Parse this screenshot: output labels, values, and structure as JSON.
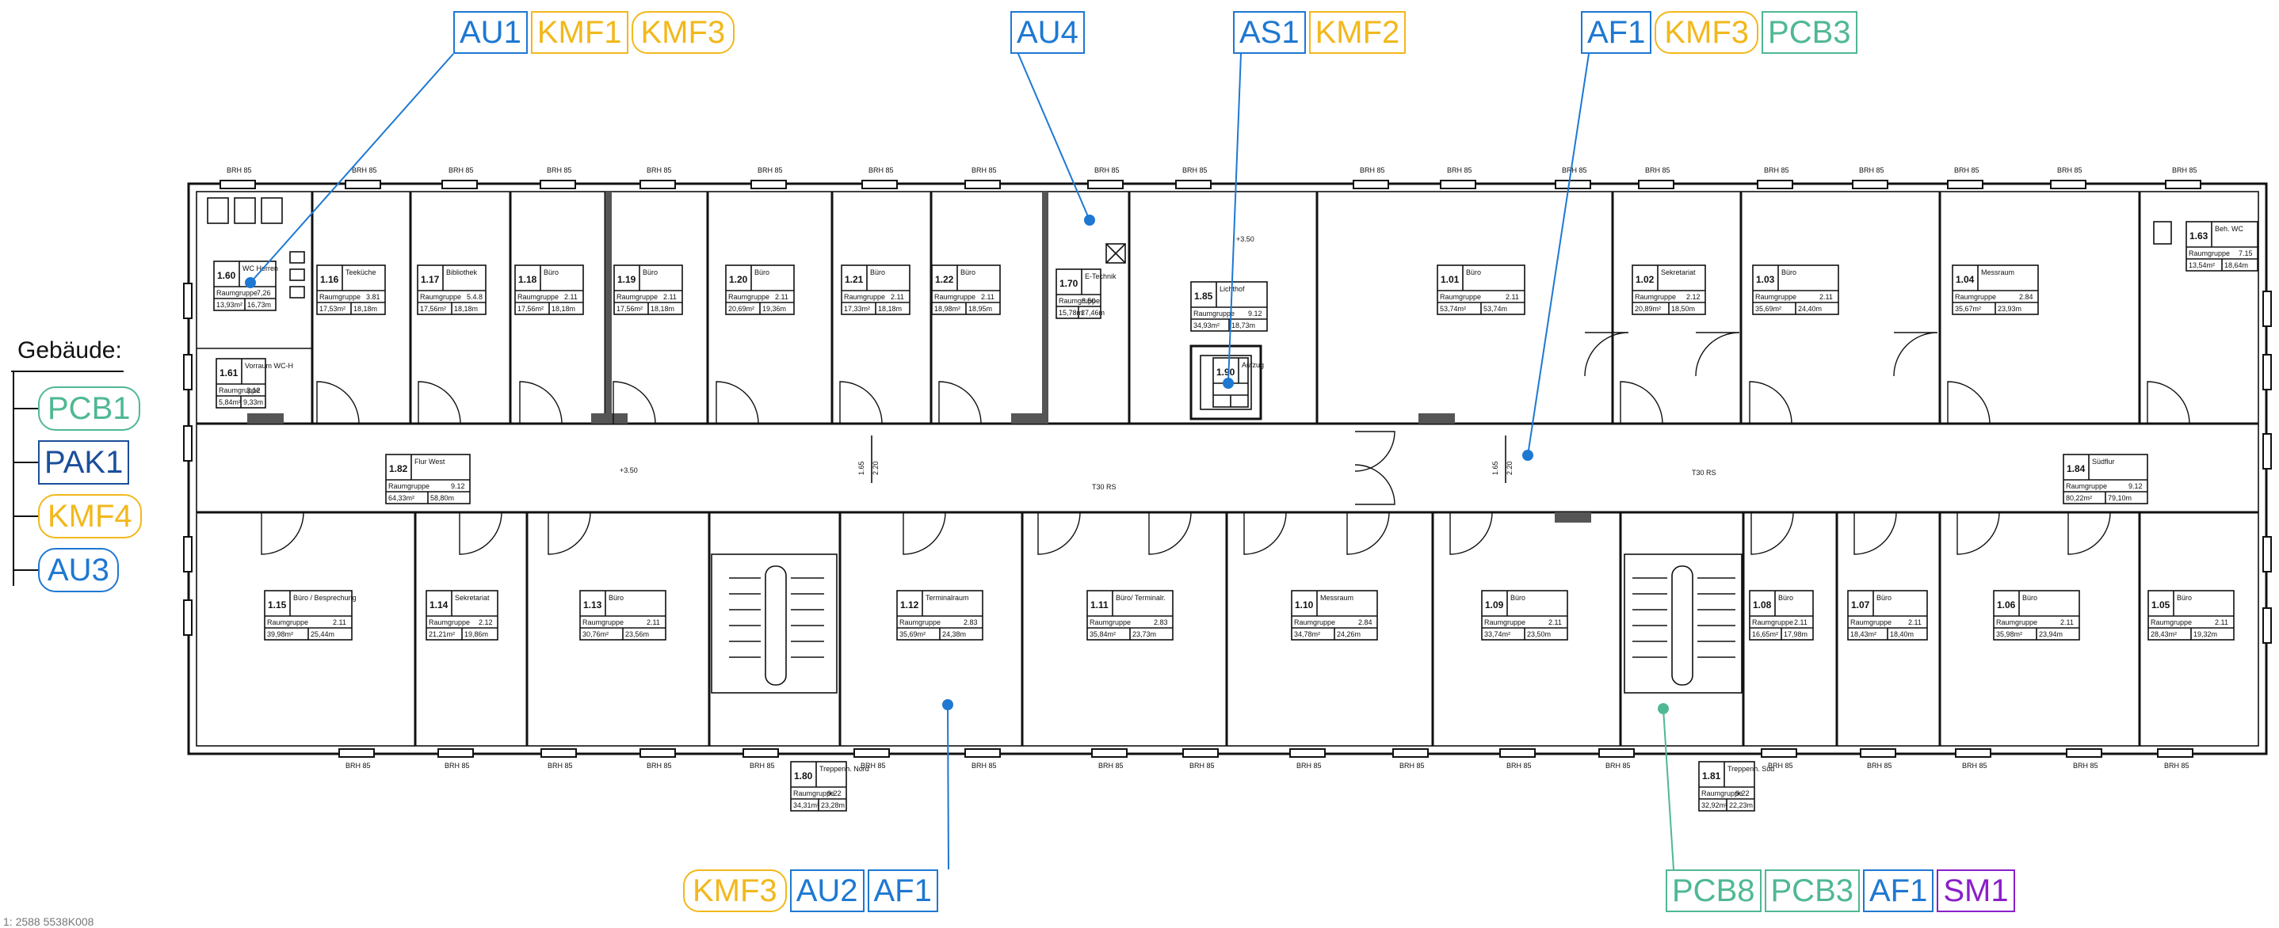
{
  "colors": {
    "AU": "#1e78d2",
    "KMF": "#f2b81c",
    "AS": "#1e78d2",
    "AF": "#1e78d2",
    "PCB": "#4fb892",
    "PAK": "#1b4f9b",
    "SM": "#8a1fc9",
    "line": "#111111"
  },
  "building_legend": {
    "heading": "Gebäude:",
    "items": [
      {
        "code": "PCB1",
        "bracketed": true,
        "color": "#4fb892"
      },
      {
        "code": "PAK1",
        "bracketed": false,
        "color": "#1b4f9b"
      },
      {
        "code": "KMF4",
        "bracketed": true,
        "color": "#f2b81c"
      },
      {
        "code": "AU3",
        "bracketed": true,
        "color": "#1e78d2"
      }
    ]
  },
  "callouts": [
    {
      "id": "c1",
      "tags": [
        {
          "code": "AU1",
          "bracketed": false,
          "color": "#1e78d2"
        },
        {
          "code": "KMF1",
          "bracketed": false,
          "color": "#f2b81c"
        },
        {
          "code": "KMF3",
          "bracketed": true,
          "color": "#f2b81c"
        }
      ]
    },
    {
      "id": "c2",
      "tags": [
        {
          "code": "AU4",
          "bracketed": false,
          "color": "#1e78d2"
        }
      ]
    },
    {
      "id": "c3",
      "tags": [
        {
          "code": "AS1",
          "bracketed": false,
          "color": "#1e78d2"
        },
        {
          "code": "KMF2",
          "bracketed": false,
          "color": "#f2b81c"
        }
      ]
    },
    {
      "id": "c4",
      "tags": [
        {
          "code": "AF1",
          "bracketed": false,
          "color": "#1e78d2"
        },
        {
          "code": "KMF3",
          "bracketed": true,
          "color": "#f2b81c"
        },
        {
          "code": "PCB3",
          "bracketed": false,
          "color": "#4fb892"
        }
      ]
    },
    {
      "id": "c5",
      "tags": [
        {
          "code": "KMF3",
          "bracketed": true,
          "color": "#f2b81c"
        },
        {
          "code": "AU2",
          "bracketed": false,
          "color": "#1e78d2"
        },
        {
          "code": "AF1",
          "bracketed": false,
          "color": "#1e78d2"
        }
      ]
    },
    {
      "id": "c6",
      "tags": [
        {
          "code": "PCB8",
          "bracketed": false,
          "color": "#4fb892"
        },
        {
          "code": "PCB3",
          "bracketed": false,
          "color": "#4fb892"
        },
        {
          "code": "AF1",
          "bracketed": false,
          "color": "#1e78d2"
        },
        {
          "code": "SM1",
          "bracketed": false,
          "color": "#8a1fc9"
        }
      ]
    }
  ],
  "rooms": [
    {
      "no": "1.60",
      "name": "WC Herren",
      "area": "7,26",
      "a2": "13,93m²",
      "u": "16,73m"
    },
    {
      "no": "1.61",
      "name": "Vorraum WC-H",
      "area": "3,12",
      "a2": "5,84m²",
      "u": "9,33m"
    },
    {
      "no": "1.16",
      "name": "Teeküche",
      "area": "3.81",
      "a2": "17,53m²",
      "u": "18,18m"
    },
    {
      "no": "1.17",
      "name": "Bibliothek",
      "area": "5.4.8",
      "a2": "17,56m²",
      "u": "18,18m"
    },
    {
      "no": "1.18",
      "name": "Büro",
      "area": "2.11",
      "a2": "17,56m²",
      "u": "18,18m"
    },
    {
      "no": "1.19",
      "name": "Büro",
      "area": "2.11",
      "a2": "17,56m²",
      "u": "18,18m"
    },
    {
      "no": "1.20",
      "name": "Büro",
      "area": "2.11",
      "a2": "20,69m²",
      "u": "19,36m"
    },
    {
      "no": "1.21",
      "name": "Büro",
      "area": "2.11",
      "a2": "17,33m²",
      "u": "18,18m"
    },
    {
      "no": "1.22",
      "name": "Büro",
      "area": "2.11",
      "a2": "18,98m²",
      "u": "18,95m"
    },
    {
      "no": "1.70",
      "name": "E-Technik",
      "area": "8.50",
      "a2": "15,78m²",
      "u": "17,46m"
    },
    {
      "no": "1.85",
      "name": "Lichthof",
      "area": "9.12",
      "a2": "34,93m²",
      "u": "18,73m"
    },
    {
      "no": "1.90",
      "name": "Aufzug",
      "area": "",
      "a2": "",
      "u": ""
    },
    {
      "no": "1.01",
      "name": "Büro",
      "area": "2.11",
      "a2": "53,74m²",
      "u": "53,74m"
    },
    {
      "no": "1.02",
      "name": "Sekretariat",
      "area": "2.12",
      "a2": "20,89m²",
      "u": "18,50m"
    },
    {
      "no": "1.03",
      "name": "Büro",
      "area": "2.11",
      "a2": "35,69m²",
      "u": "24,40m"
    },
    {
      "no": "1.04",
      "name": "Messraum",
      "area": "2.84",
      "a2": "35,67m²",
      "u": "23,93m"
    },
    {
      "no": "1.63",
      "name": "Beh. WC",
      "area": "7.15",
      "a2": "13,54m²",
      "u": "18,64m"
    },
    {
      "no": "1.82",
      "name": "Flur West",
      "area": "9.12",
      "a2": "64,33m²",
      "u": "58,80m"
    },
    {
      "no": "1.84",
      "name": "Südflur",
      "area": "9.12",
      "a2": "80,22m²",
      "u": "79,10m"
    },
    {
      "no": "1.15",
      "name": "Büro / Besprechung",
      "area": "2.11",
      "a2": "39,98m²",
      "u": "25,44m"
    },
    {
      "no": "1.14",
      "name": "Sekretariat",
      "area": "2.12",
      "a2": "21,21m²",
      "u": "19,86m"
    },
    {
      "no": "1.13",
      "name": "Büro",
      "area": "2.11",
      "a2": "30,76m²",
      "u": "23,56m"
    },
    {
      "no": "1.12",
      "name": "Terminalraum",
      "area": "2.83",
      "a2": "35,69m²",
      "u": "24,38m"
    },
    {
      "no": "1.11",
      "name": "Büro/ Terminalr.",
      "area": "2.83",
      "a2": "35,84m²",
      "u": "23,73m"
    },
    {
      "no": "1.10",
      "name": "Messraum",
      "area": "2.84",
      "a2": "34,78m²",
      "u": "24,26m"
    },
    {
      "no": "1.09",
      "name": "Büro",
      "area": "2.11",
      "a2": "33,74m²",
      "u": "23,50m"
    },
    {
      "no": "1.08",
      "name": "Büro",
      "area": "2.11",
      "a2": "16,65m²",
      "u": "17,98m"
    },
    {
      "no": "1.07",
      "name": "Büro",
      "area": "2.11",
      "a2": "18,43m²",
      "u": "18,40m"
    },
    {
      "no": "1.06",
      "name": "Büro",
      "area": "2.11",
      "a2": "35,98m²",
      "u": "23,94m"
    },
    {
      "no": "1.05",
      "name": "Büro",
      "area": "2.11",
      "a2": "28,43m²",
      "u": "19,32m"
    },
    {
      "no": "1.80",
      "name": "Treppenh. Nord",
      "area": "9.22",
      "a2": "34,31m²",
      "u": "23,28m"
    },
    {
      "no": "1.81",
      "name": "Treppenh. Süd",
      "area": "9.22",
      "a2": "32,92m²",
      "u": "22,23m"
    }
  ],
  "plan_text": {
    "window_label": "BRH 85",
    "area_row_label": "Raumgruppe",
    "door_label": "T30 RS",
    "level": "+3.50",
    "corridor_width": "1.65",
    "corridor_width2": "2.20",
    "bottom_left": "1: 2588 5538K008"
  }
}
